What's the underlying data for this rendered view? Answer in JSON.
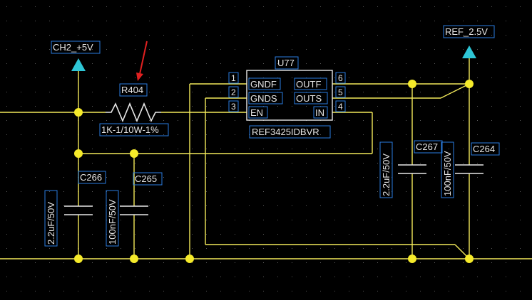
{
  "colors": {
    "background": "#000000",
    "wire": "#f2e95a",
    "junction": "#f5ea2a",
    "component": "#e8e8e8",
    "label_box": "#2a7de1",
    "power_port": "#2ec6d6",
    "arrow": "#e02020"
  },
  "power_ports": {
    "ch2_5v": "CH2_+5V",
    "ref_2v5": "REF_2.5V"
  },
  "u77": {
    "designator": "U77",
    "part": "REF3425IDBVR",
    "pins_left": [
      {
        "num": "1",
        "name": "GNDF"
      },
      {
        "num": "2",
        "name": "GNDS"
      },
      {
        "num": "3",
        "name": "EN"
      }
    ],
    "pins_right": [
      {
        "num": "6",
        "name": "OUTF"
      },
      {
        "num": "5",
        "name": "OUTS"
      },
      {
        "num": "4",
        "name": "IN"
      }
    ]
  },
  "r404": {
    "designator": "R404",
    "value": "1K-1/10W-1%"
  },
  "c266": {
    "designator": "C266",
    "value": "2.2uF/50V"
  },
  "c265": {
    "designator": "C265",
    "value": "100nF/50V"
  },
  "c267": {
    "designator": "C267",
    "value": "2.2uF/50V"
  },
  "c264": {
    "designator": "C264",
    "value": "100nF/50V"
  },
  "annotation": {
    "icon": "red-arrow-icon"
  }
}
